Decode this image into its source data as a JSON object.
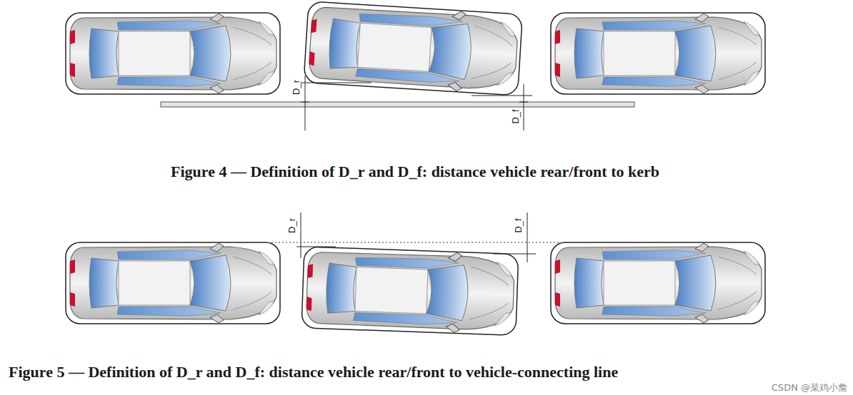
{
  "diagram": {
    "labels": [
      "D_r",
      "D_f",
      "Figure 4 — Definition of D_r and D_f: distance vehicle rear/front to kerb",
      "D_r",
      "D_f",
      "Figure 5 — Definition of D_r and D_f: distance vehicle rear/front to vehicle-connecting line",
      "CSDN @菜鸡小詹"
    ]
  }
}
